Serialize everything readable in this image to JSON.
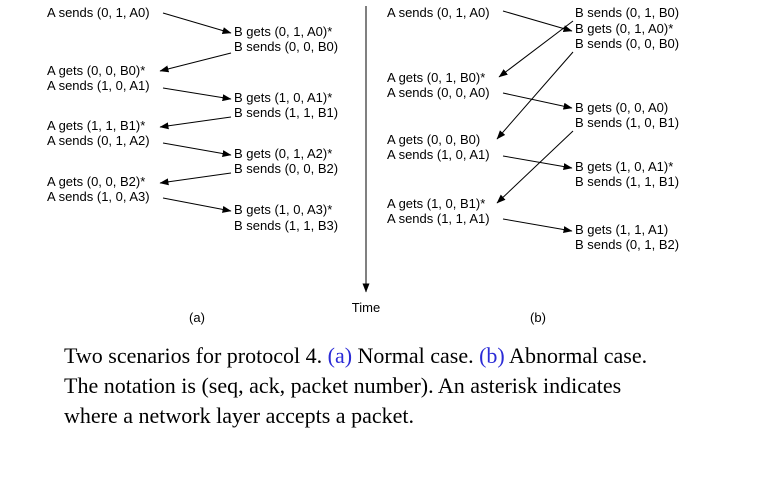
{
  "diagram": {
    "a": {
      "labels": [
        "A sends (0, 1, A0)",
        "B gets (0, 1, A0)*",
        "B sends (0, 0, B0)",
        "A gets (0, 0, B0)*",
        "A sends (1, 0, A1)",
        "B gets (1, 0, A1)*",
        "B sends (1, 1, B1)",
        "A gets (1, 1, B1)*",
        "A sends (0, 1, A2)",
        "B gets (0, 1, A2)*",
        "B sends (0, 0, B2)",
        "A gets (0, 0, B2)*",
        "A sends (1, 0, A3)",
        "B gets (1, 0, A3)*",
        "B sends (1, 1, B3)"
      ],
      "sublabel": "(a)"
    },
    "b": {
      "labels": [
        "A sends (0, 1, A0)",
        "B sends (0, 1, B0)",
        "B gets (0, 1, A0)*",
        "B sends (0, 0, B0)",
        "A gets (0, 1, B0)*",
        "A sends (0, 0, A0)",
        "B gets (0, 0, A0)",
        "B sends (1, 0, B1)",
        "A gets (0, 0, B0)",
        "A sends (1, 0, A1)",
        "B gets (1, 0, A1)*",
        "B sends (1, 1, B1)",
        "A gets (1, 0, B1)*",
        "A sends (1, 1, A1)",
        "B gets (1, 1, A1)",
        "B sends (0, 1, B2)"
      ],
      "sublabel": "(b)"
    },
    "time_label": "Time"
  },
  "caption": {
    "line1_pre": "Two scenarios for protocol 4. ",
    "line1_a": "(a)",
    "line1_mid": " Normal case. ",
    "line1_b": "(b)",
    "line1_post": " Abnormal case.",
    "line2": "The notation is (seq, ack, packet number).  An asterisk indicates",
    "line3": "where a network layer accepts a packet."
  }
}
